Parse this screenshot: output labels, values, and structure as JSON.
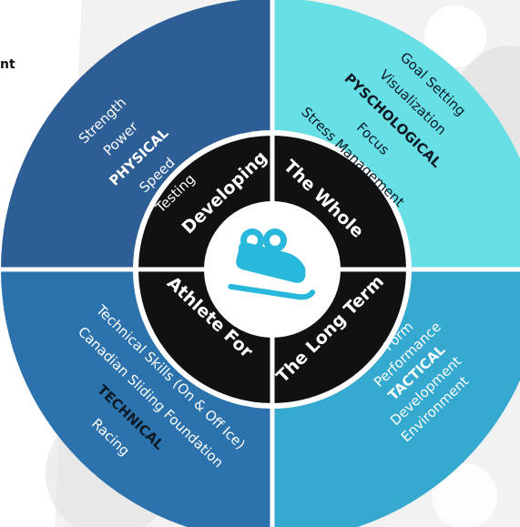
{
  "corner_text": "nt",
  "colors": {
    "physical": "#2d5e95",
    "psychological": "#67dfe5",
    "technical": "#2c73ad",
    "tactical": "#35a9cf",
    "ring": "#111111",
    "hub": "#ffffff",
    "icon": "#28b8dc",
    "divider": "#ffffff"
  },
  "quadrants": {
    "physical": {
      "lines": [
        "Strength",
        "Power",
        "PHYSICAL",
        "Speed",
        "Testing"
      ],
      "bold_index": 2
    },
    "psychological": {
      "lines": [
        "Goal Setting",
        "Visualization",
        "PYSCHOLOGICAL",
        "Focus",
        "Stress Management"
      ],
      "bold_index": 2
    },
    "technical": {
      "lines": [
        "Technical Skills (On & Off Ice)",
        "Canadian Sliding Foundation",
        "TECHNICAL",
        "Racing"
      ],
      "bold_index": 2
    },
    "tactical": {
      "lines": [
        "Form",
        "Performance",
        "TACTICAL",
        "Development",
        "Environment"
      ],
      "bold_index": 2
    }
  },
  "ring_labels": {
    "top_left": "Developing",
    "top_right": "The Whole",
    "bottom_left": "Athlete For",
    "bottom_right": "The Long Term"
  },
  "center_icon": "bobsled-icon"
}
